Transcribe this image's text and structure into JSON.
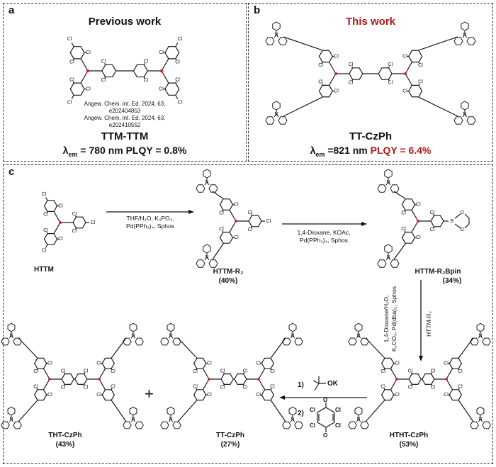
{
  "panels": {
    "a": {
      "label": "a",
      "title": "Previous work",
      "refs": [
        "Angew. Chem. int. Ed. 2024, 63,",
        "e202404853",
        "Angew. Chem. int. Ed. 2024, 63,",
        "e202410552"
      ],
      "compound": "TTM-TTM",
      "lambda_prefix": "λ",
      "lambda_sub": "em",
      "lambda_value": " = 780 nm PLQY = 0.8%"
    },
    "b": {
      "label": "b",
      "title": "This work",
      "compound": "TT-CzPh",
      "lambda_prefix": "λ",
      "lambda_sub": "em",
      "lambda_value": " =821 nm ",
      "plqy": "PLQY = 6.4%"
    },
    "c": {
      "label": "c",
      "step1": {
        "conditions": [
          "THF/H₂O, K₃PO₄,",
          "Pd(PPh₃)₄, Sphos"
        ]
      },
      "step2": {
        "conditions": [
          "1,4-Dioxane, KOAc,",
          "Pd(PPh₃)₄, Sphos"
        ]
      },
      "step3": {
        "conditions": [
          "1,4-Dioxane/H₂O,",
          "K₂CO₃, Pd(dba)₂, Sphos",
          "HTTM-R₂"
        ]
      },
      "step4": {
        "cond1_num": "1)",
        "cond1_reagent": "OK",
        "cond2_num": "2)"
      },
      "compounds": {
        "httm": {
          "name": "HTTM",
          "yield": ""
        },
        "httm_r2": {
          "name": "HTTM-R₂",
          "yield": "(40%)"
        },
        "httm_r2bpin": {
          "name": "HTTM-R₂Bpin",
          "yield": "(34%)"
        },
        "hthtczph": {
          "name": "HTHT-CzPh",
          "yield": "(53%)"
        },
        "ttczph": {
          "name": "TT-CzPh",
          "yield": "(27%)"
        },
        "thtczph": {
          "name": "THT-CzPh",
          "yield": "(43%)"
        }
      },
      "plus": "+"
    },
    "atoms": {
      "cl": "Cl",
      "b": "B",
      "o": "O",
      "n": "N"
    }
  }
}
